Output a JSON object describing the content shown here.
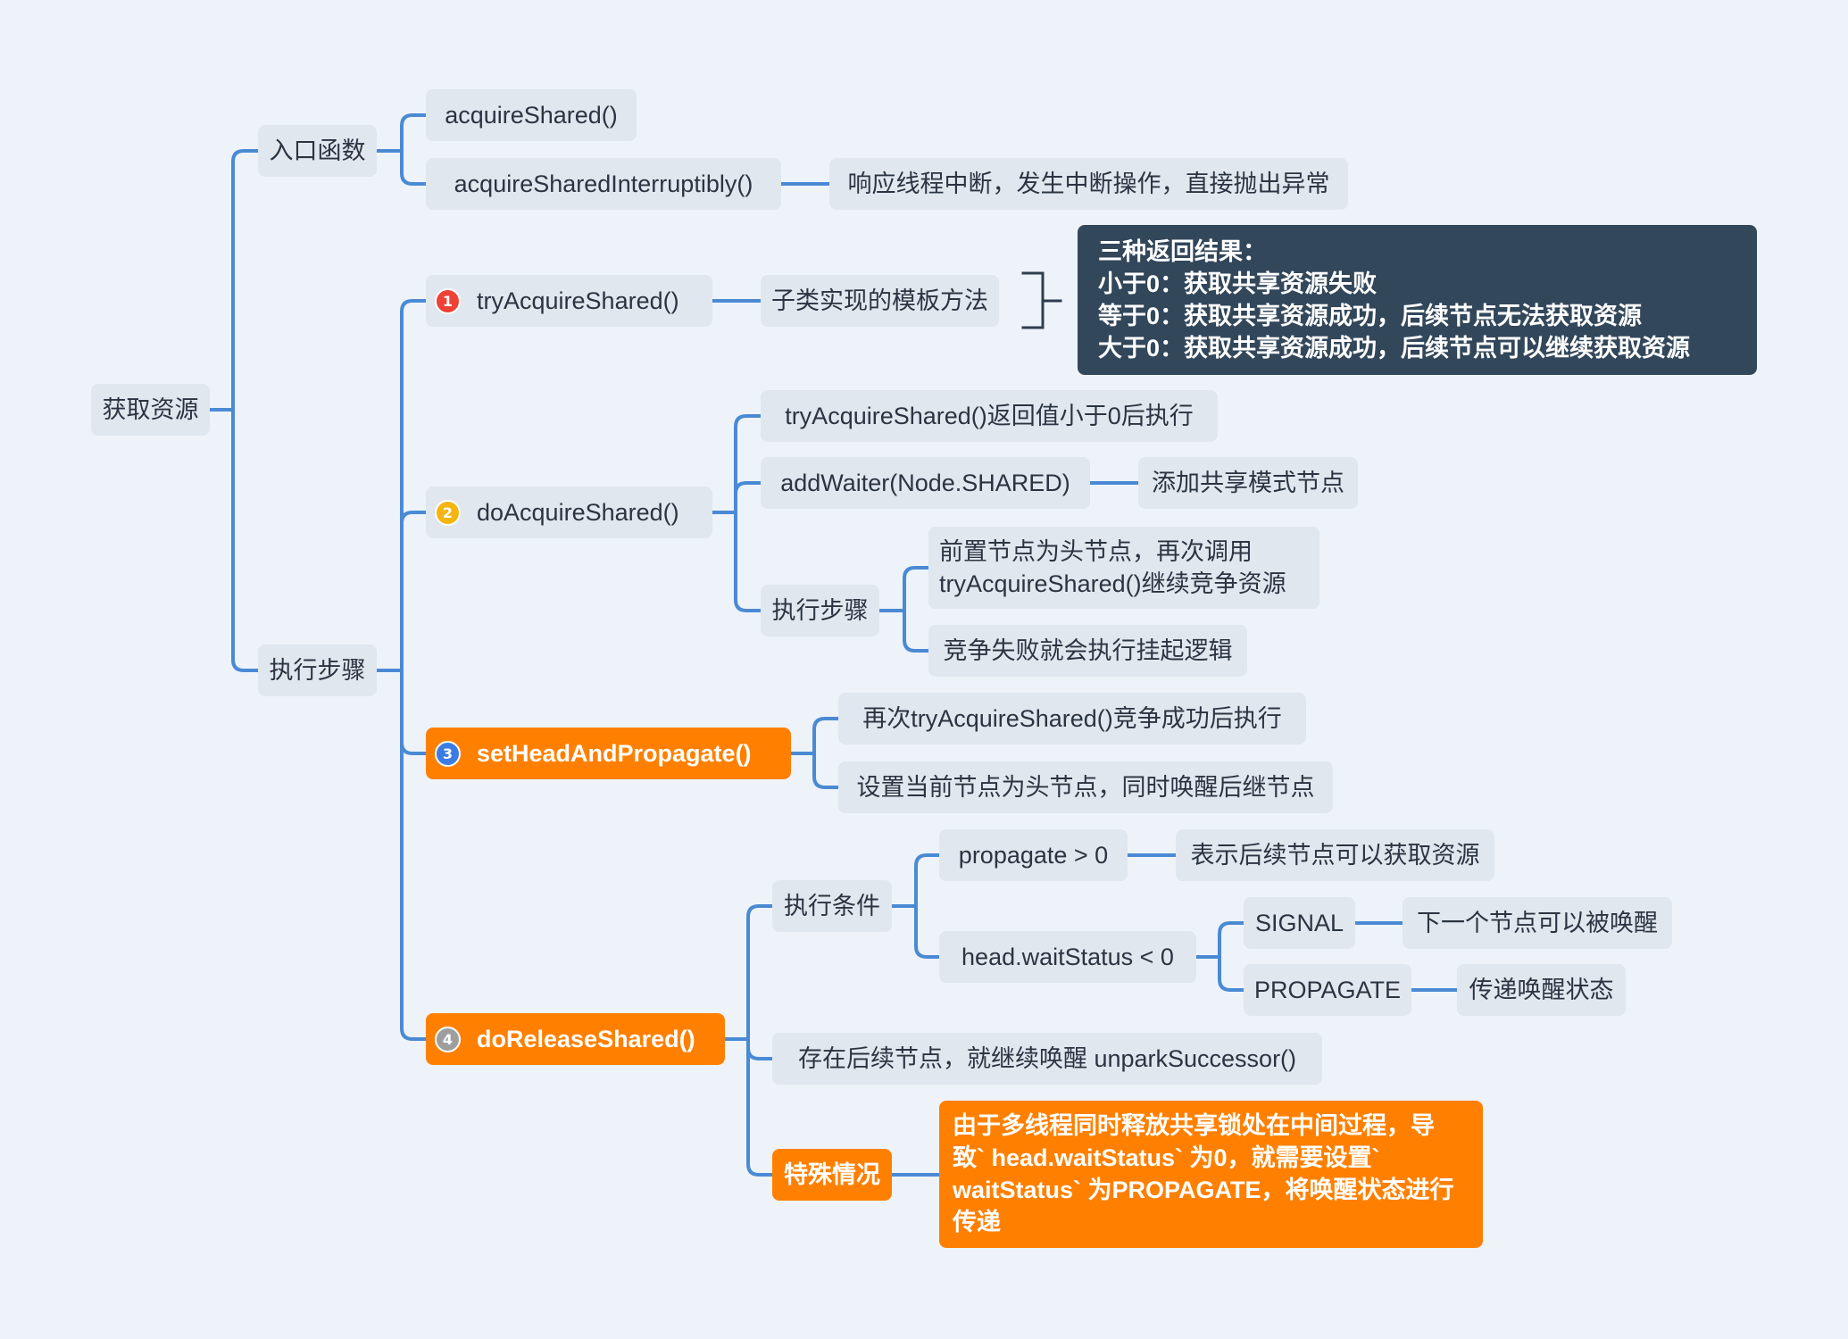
{
  "colors": {
    "background": "#EDF3F9",
    "node": "#E0E7EE",
    "text": "#2B3442",
    "line": "#4A8AD4",
    "orange": "#FF8000",
    "callout_dark": "#33475B",
    "bracket": "#2E3E50"
  },
  "root": {
    "label": "获取资源"
  },
  "entry": {
    "label": "入口函数",
    "acquire_shared": {
      "label": "acquireShared()"
    },
    "acquire_shared_interruptibly": {
      "label": "acquireSharedInterruptibly()",
      "note": "响应线程中断，发生中断操作，直接抛出异常"
    }
  },
  "steps": {
    "label": "执行步骤",
    "try_acquire_shared": {
      "badge": {
        "icon": "number-1-icon",
        "text": "1",
        "color": "#EF4136"
      },
      "label": "tryAcquireShared()",
      "note": "子类实现的模板方法",
      "summary": [
        "三种返回结果：",
        "小于0：获取共享资源失败",
        "等于0：获取共享资源成功，后续节点无法获取资源",
        "大于0：获取共享资源成功，后续节点可以继续获取资源"
      ]
    },
    "do_acquire_shared": {
      "badge": {
        "icon": "number-2-icon",
        "text": "2",
        "color": "#F5B50F"
      },
      "label": "doAcquireShared()",
      "condition": "tryAcquireShared()返回值小于0后执行",
      "add_waiter": {
        "label": "addWaiter(Node.SHARED)",
        "note": "添加共享模式节点"
      },
      "sub_steps": {
        "label": "执行步骤",
        "items": [
          [
            "前置节点为头节点，再次调用",
            "tryAcquireShared()继续竞争资源"
          ],
          [
            "竞争失败就会执行挂起逻辑"
          ]
        ]
      }
    },
    "set_head_and_propagate": {
      "badge": {
        "icon": "number-3-icon",
        "text": "3",
        "color": "#3B7CE2"
      },
      "label": "setHeadAndPropagate()",
      "items": [
        "再次tryAcquireShared()竞争成功后执行",
        "设置当前节点为头节点，同时唤醒后继节点"
      ]
    },
    "do_release_shared": {
      "badge": {
        "icon": "number-4-icon",
        "text": "4",
        "color": "#9E9E9E"
      },
      "label": "doReleaseShared()",
      "conditions": {
        "label": "执行条件",
        "propagate": {
          "label": "propagate > 0",
          "note": "表示后续节点可以获取资源"
        },
        "wait_status": {
          "label": "head.waitStatus < 0",
          "signal": {
            "label": "SIGNAL",
            "note": "下一个节点可以被唤醒"
          },
          "propagate": {
            "label": "PROPAGATE",
            "note": "传递唤醒状态"
          }
        }
      },
      "successor": "存在后续节点，就继续唤醒 unparkSuccessor()",
      "special": {
        "label": "特殊情况",
        "note": [
          "由于多线程同时释放共享锁处在中间过程，导",
          "致` head.waitStatus` 为0，就需要设置`",
          "waitStatus` 为PROPAGATE，将唤醒状态进行",
          "传递"
        ]
      }
    }
  }
}
